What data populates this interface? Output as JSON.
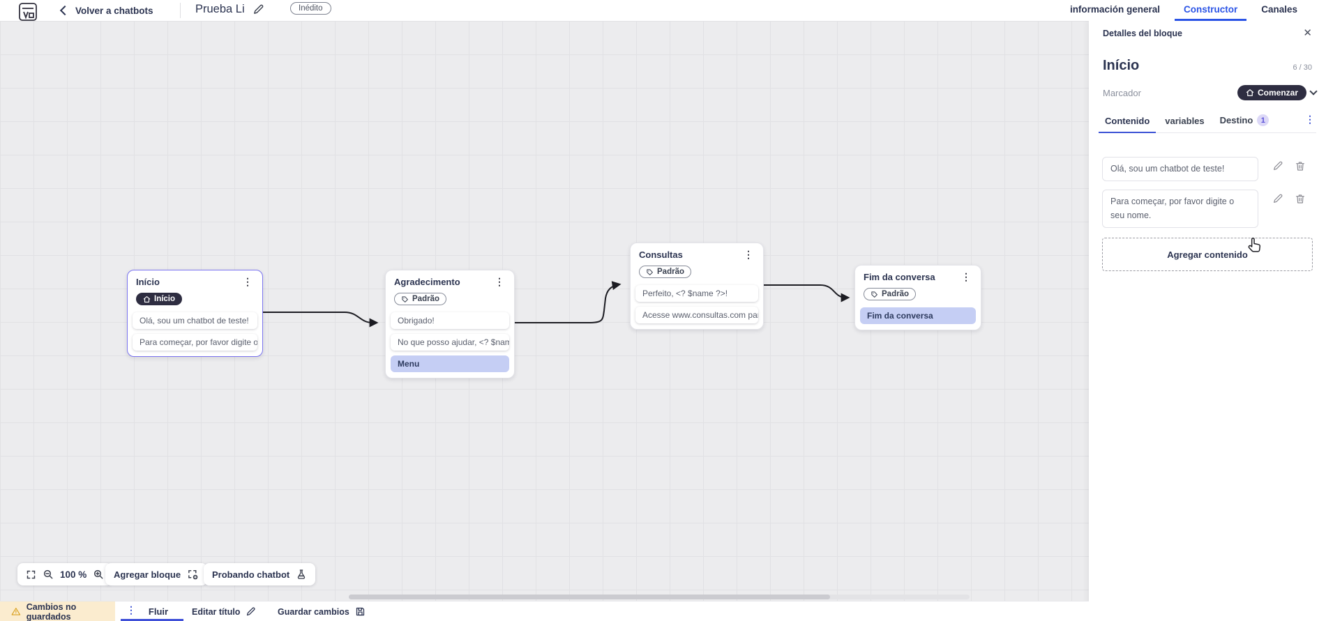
{
  "topbar": {
    "back_label": "Volver a chatbots",
    "bot_title": "Prueba Li",
    "status_badge": "Inédito",
    "tabs": [
      {
        "label": "información general",
        "active": false
      },
      {
        "label": "Constructor",
        "active": true
      },
      {
        "label": "Canales",
        "active": false
      }
    ]
  },
  "canvas": {
    "blocks": [
      {
        "title": "Início",
        "marker": "Início",
        "rows": [
          {
            "text": "Olá, sou um chatbot de teste!"
          },
          {
            "text": "Para começar, por favor digite o ..."
          }
        ]
      },
      {
        "title": "Agradecimento",
        "marker": "Padrão",
        "rows": [
          {
            "text": "Obrigado!"
          },
          {
            "text": "No que posso ajudar, <? $name ..."
          },
          {
            "text": "Menu",
            "highlight": true
          }
        ]
      },
      {
        "title": "Consultas",
        "marker": "Padrão",
        "rows": [
          {
            "text": "Perfeito, <? $name ?>!"
          },
          {
            "text": "Acesse www.consultas.com par..."
          }
        ]
      },
      {
        "title": "Fim da conversa",
        "marker": "Padrão",
        "rows": [
          {
            "text": "Fim da conversa",
            "highlight": true
          }
        ]
      }
    ],
    "toolbar": {
      "zoom_level": "100 %",
      "add_block": "Agregar bloque",
      "test_chatbot": "Probando chatbot"
    }
  },
  "panel": {
    "header": "Detalles del bloque",
    "block_title": "Início",
    "counter": "6 / 30",
    "marker_label": "Marcador",
    "marker_value": "Comenzar",
    "tabs": [
      {
        "label": "Contenido"
      },
      {
        "label": "variables"
      },
      {
        "label": "Destino",
        "badge": "1"
      }
    ],
    "contents": [
      "Olá, sou um chatbot de teste!",
      "Para começar, por favor digite o seu nome."
    ],
    "add_content_label": "Agregar contenido"
  },
  "bottombar": {
    "warning": "Cambios no guardados",
    "flow_tab": "Fluir",
    "edit_title": "Editar título",
    "save": "Guardar cambios"
  },
  "colors": {
    "accent_blue": "#2b54e6",
    "indigo": "#4050d8",
    "selected_block_border": "#7b74f0",
    "highlight_row": "#c5cef4",
    "dark_pill": "#2e2d41",
    "warning_bg": "#fbeccf",
    "warning_icon": "#d9a01d"
  }
}
